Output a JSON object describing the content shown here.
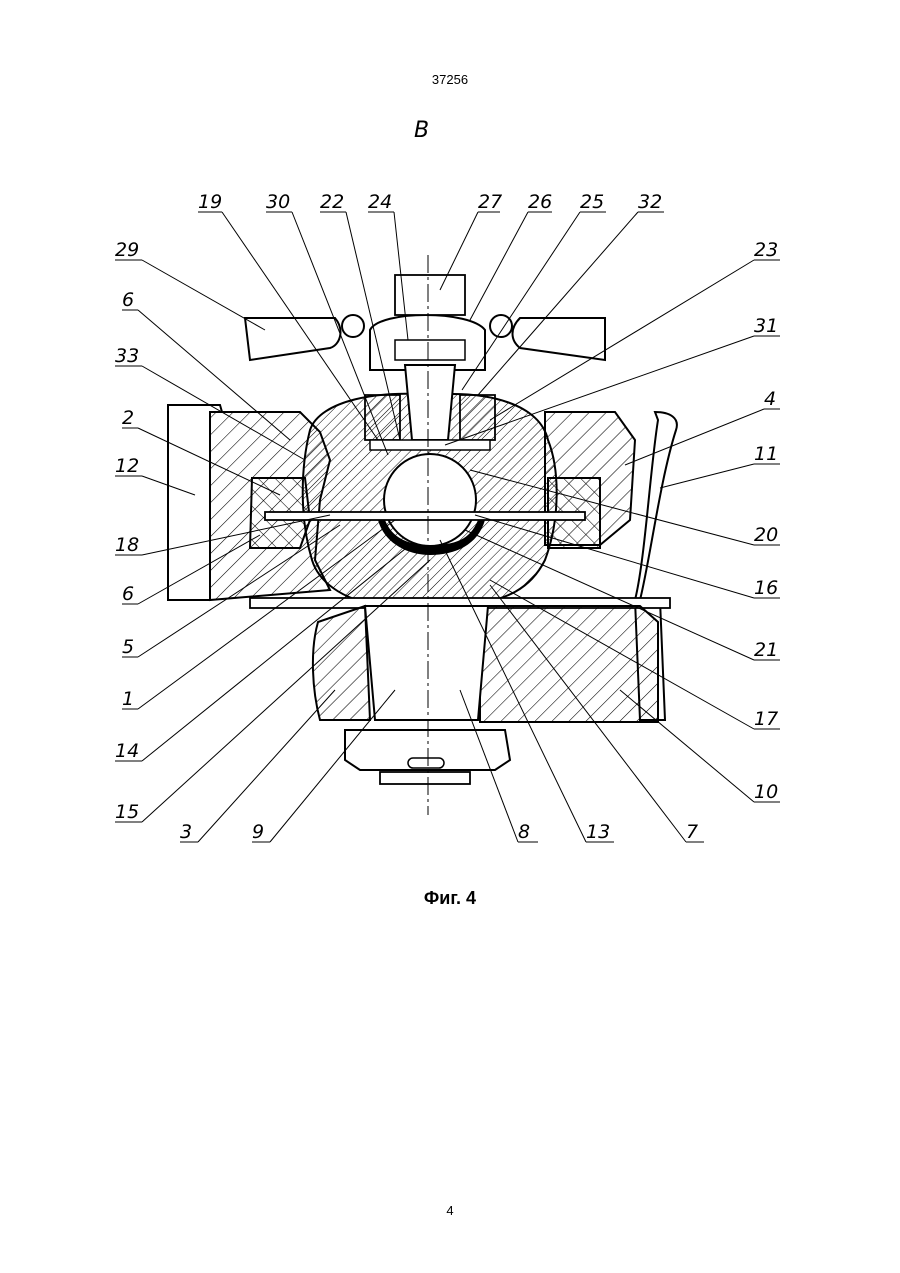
{
  "header": {
    "patent_number": "37256"
  },
  "figure": {
    "view_label": "B",
    "caption": "Фиг. 4",
    "callouts_top": [
      "19",
      "30",
      "22",
      "24",
      "27",
      "26",
      "25",
      "32"
    ],
    "callouts_left": [
      "29",
      "6",
      "33",
      "2",
      "12",
      "18",
      "6",
      "5",
      "1",
      "14",
      "15"
    ],
    "callouts_right": [
      "23",
      "31",
      "4",
      "11",
      "20",
      "16",
      "21",
      "17",
      "10"
    ],
    "callouts_bottom": [
      "3",
      "9",
      "8",
      "13",
      "7"
    ]
  },
  "footer": {
    "page_number": "4"
  }
}
